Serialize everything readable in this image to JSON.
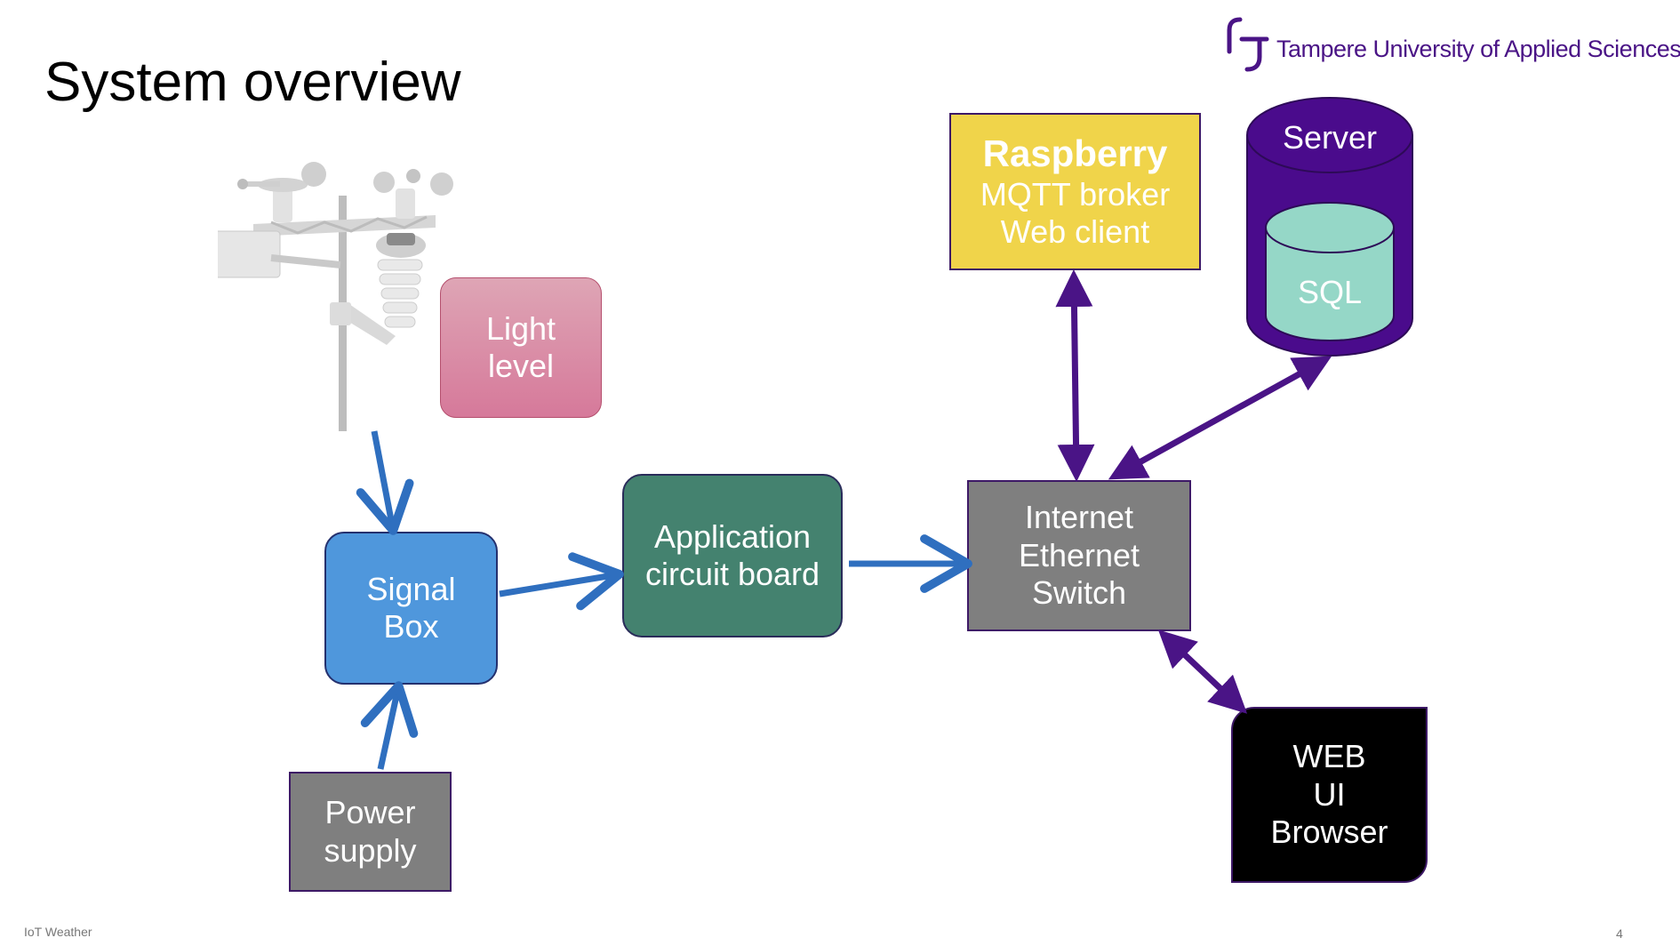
{
  "slide": {
    "title": "System overview",
    "org": "Tampere University of Applied Sciences",
    "footer_left": "IoT Weather",
    "page_number": "4"
  },
  "nodes": {
    "light_level": [
      "Light",
      "level"
    ],
    "signal_box": [
      "Signal",
      "Box"
    ],
    "power_supply": [
      "Power",
      "supply"
    ],
    "app_board": [
      "Application",
      "circuit board"
    ],
    "switch": [
      "Internet",
      "Ethernet",
      "Switch"
    ],
    "raspberry": [
      "Raspberry",
      "MQTT broker",
      "Web client"
    ],
    "server": "Server",
    "sql": "SQL",
    "web": [
      "WEB",
      "UI",
      "Browser"
    ]
  },
  "colors": {
    "arrow_blue": "#2f6fbf",
    "arrow_purple": "#4a1486",
    "light_level": "#d9809a",
    "signal_box": "#4f97dc",
    "power_supply": "#7f7f7f",
    "app_board": "#44826f",
    "switch": "#7f7f7f",
    "raspberry": "#f0d44a",
    "server": "#4a0b8c",
    "sql": "#95d7c7",
    "web": "#000000"
  }
}
